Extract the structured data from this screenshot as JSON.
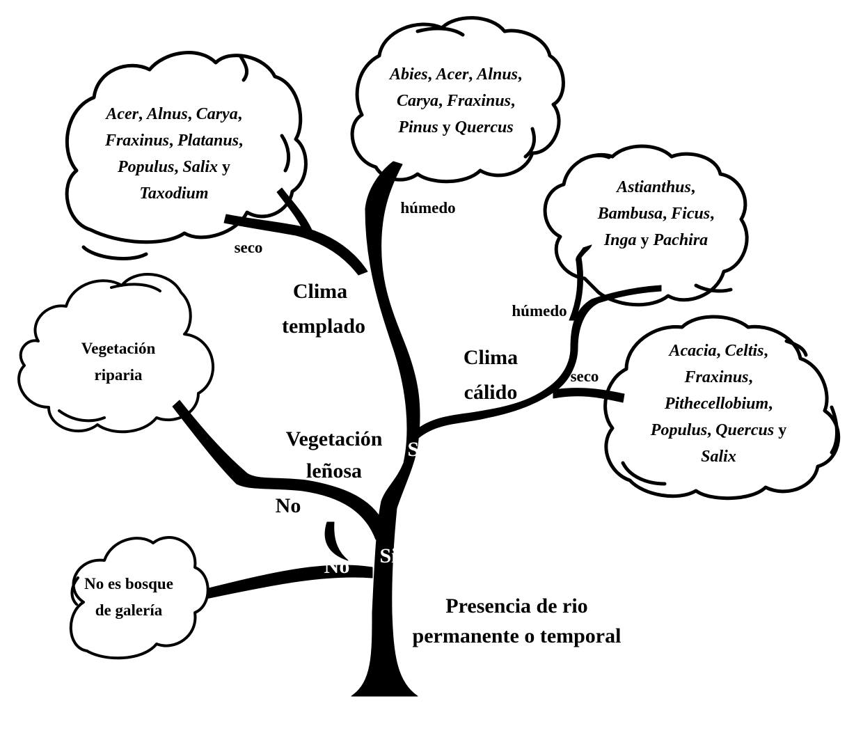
{
  "root_label": [
    "Presencia de rio",
    "permanente o temporal"
  ],
  "branch_labels": {
    "no_root": "No",
    "si_root": "Si",
    "no_woody": "No",
    "si_woody": "Si",
    "woody": [
      "Vegetación",
      "leñosa"
    ],
    "templado": [
      "Clima",
      "templado"
    ],
    "calido": [
      "Clima",
      "cálido"
    ],
    "humedo_templado": "húmedo",
    "seco_templado": "seco",
    "humedo_calido": "húmedo",
    "seco_calido": "seco"
  },
  "clouds": {
    "no_galeria": [
      "No es bosque",
      "de galería"
    ],
    "riparia": [
      "Vegetación",
      "riparia"
    ],
    "templado_seco": [
      [
        {
          "t": "Acer",
          "i": true
        },
        {
          "t": ", ",
          "i": false
        },
        {
          "t": "Alnus",
          "i": true
        },
        {
          "t": ", ",
          "i": false
        },
        {
          "t": "Carya",
          "i": true
        },
        {
          "t": ",",
          "i": false
        }
      ],
      [
        {
          "t": "Fraxinus",
          "i": true
        },
        {
          "t": ", ",
          "i": false
        },
        {
          "t": "Platanus",
          "i": true
        },
        {
          "t": ",",
          "i": false
        }
      ],
      [
        {
          "t": "Populus",
          "i": true
        },
        {
          "t": ", ",
          "i": false
        },
        {
          "t": "Salix",
          "i": true
        },
        {
          "t": " y",
          "i": false
        }
      ],
      [
        {
          "t": "Taxodium",
          "i": true
        }
      ]
    ],
    "templado_humedo": [
      [
        {
          "t": "Abies",
          "i": true
        },
        {
          "t": ", ",
          "i": false
        },
        {
          "t": "Acer",
          "i": true
        },
        {
          "t": ", ",
          "i": false
        },
        {
          "t": "Alnus",
          "i": true
        },
        {
          "t": ",",
          "i": false
        }
      ],
      [
        {
          "t": "Carya",
          "i": true
        },
        {
          "t": ", ",
          "i": false
        },
        {
          "t": "Fraxinus",
          "i": true
        },
        {
          "t": ",",
          "i": false
        }
      ],
      [
        {
          "t": "Pinus",
          "i": true
        },
        {
          "t": " y ",
          "i": false
        },
        {
          "t": "Quercus",
          "i": true
        }
      ]
    ],
    "calido_humedo": [
      [
        {
          "t": "Astianthus",
          "i": true
        },
        {
          "t": ",",
          "i": false
        }
      ],
      [
        {
          "t": "Bambusa",
          "i": true
        },
        {
          "t": ", ",
          "i": false
        },
        {
          "t": "Ficus",
          "i": true
        },
        {
          "t": ",",
          "i": false
        }
      ],
      [
        {
          "t": "Inga",
          "i": true
        },
        {
          "t": " y ",
          "i": false
        },
        {
          "t": "Pachira",
          "i": true
        }
      ]
    ],
    "calido_seco": [
      [
        {
          "t": "Acacia",
          "i": true
        },
        {
          "t": ", ",
          "i": false
        },
        {
          "t": "Celtis",
          "i": true
        },
        {
          "t": ",",
          "i": false
        }
      ],
      [
        {
          "t": "Fraxinus",
          "i": true
        },
        {
          "t": ",",
          "i": false
        }
      ],
      [
        {
          "t": "Pithecellobium",
          "i": true
        },
        {
          "t": ",",
          "i": false
        }
      ],
      [
        {
          "t": "Populus",
          "i": true
        },
        {
          "t": ", ",
          "i": false
        },
        {
          "t": "Quercus",
          "i": true
        },
        {
          "t": " y",
          "i": false
        }
      ],
      [
        {
          "t": "Salix",
          "i": true
        }
      ]
    ]
  }
}
